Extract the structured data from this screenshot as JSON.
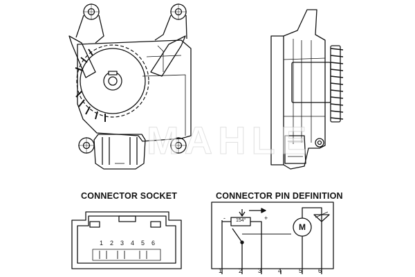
{
  "diagram": {
    "watermark": "MAHLE",
    "connector_socket": {
      "title": "CONNECTOR SOCKET",
      "pins": [
        "1",
        "2",
        "3",
        "4",
        "5",
        "6"
      ]
    },
    "connector_pin_definition": {
      "title": "CONNECTOR PIN DEFINITION",
      "pins": [
        "1",
        "2",
        "3",
        "4",
        "5",
        "6"
      ],
      "potentiometer_label": "154°",
      "plus_sign": "+",
      "minus_sign": "-",
      "motor_label": "M"
    }
  }
}
